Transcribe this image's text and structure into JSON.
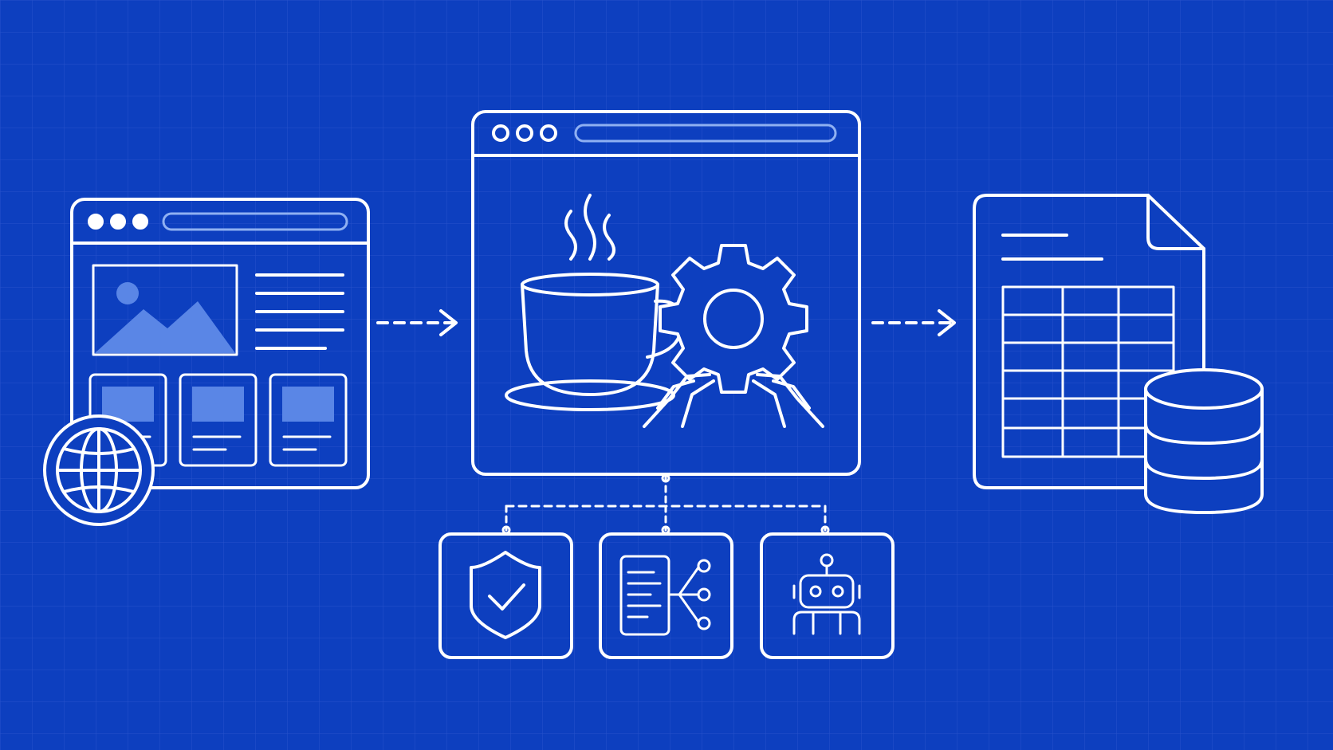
{
  "colors": {
    "background": "#0d3fbf",
    "grid": "#3a63d4",
    "line": "#ffffff",
    "fill": "#5a86e6"
  },
  "diagram": {
    "nodes": [
      {
        "id": "web-page",
        "icon": "web-page-icon"
      },
      {
        "id": "globe",
        "icon": "globe-icon"
      },
      {
        "id": "java-scraper",
        "icon": "coffee-cup-gear-spider-icon"
      },
      {
        "id": "spreadsheet",
        "icon": "spreadsheet-document-icon"
      },
      {
        "id": "database",
        "icon": "database-icon"
      },
      {
        "id": "security",
        "icon": "shield-check-icon"
      },
      {
        "id": "parsing",
        "icon": "document-tree-icon"
      },
      {
        "id": "automation",
        "icon": "robot-icon"
      }
    ],
    "edges": [
      {
        "from": "web-page",
        "to": "java-scraper",
        "style": "dashed-arrow"
      },
      {
        "from": "java-scraper",
        "to": "spreadsheet",
        "style": "dashed-arrow"
      },
      {
        "from": "java-scraper",
        "to": "security",
        "style": "dashed"
      },
      {
        "from": "java-scraper",
        "to": "parsing",
        "style": "dashed"
      },
      {
        "from": "java-scraper",
        "to": "automation",
        "style": "dashed"
      }
    ]
  }
}
